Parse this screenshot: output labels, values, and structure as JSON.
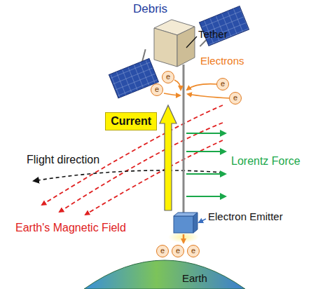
{
  "diagram": {
    "nodes": [
      {
        "text": [
          "Current"
        ]
      },
      {
        "text": [
          "e"
        ]
      },
      {
        "text": [
          "e"
        ]
      },
      {
        "text": [
          "e"
        ]
      },
      {
        "text": [
          "e"
        ]
      },
      {
        "text": [
          "e"
        ]
      },
      {
        "text": [
          "e"
        ]
      },
      {
        "text": [
          "e"
        ]
      },
      {
        "text": [
          "Earth"
        ]
      }
    ],
    "edges": [],
    "labels": [
      "Debris",
      "Tether",
      "Electrons",
      "Flight direction",
      "Lorentz Force",
      "Earth's Magnetic Field",
      "Electron Emitter"
    ]
  }
}
